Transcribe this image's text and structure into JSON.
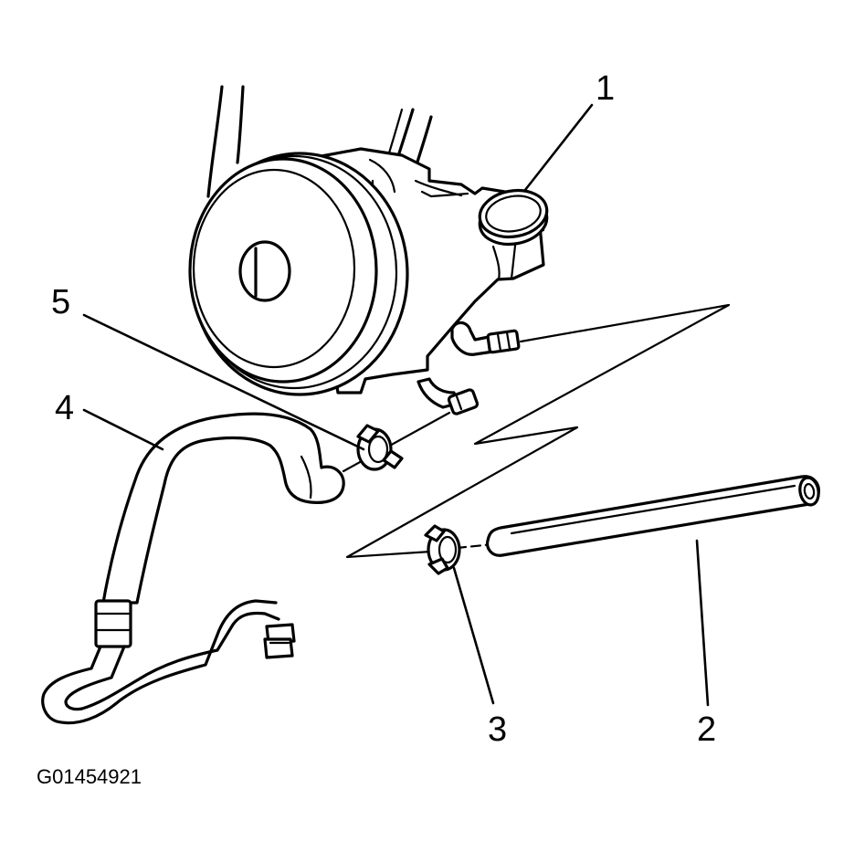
{
  "callouts": [
    {
      "id": "1",
      "label": "1"
    },
    {
      "id": "2",
      "label": "2"
    },
    {
      "id": "3",
      "label": "3"
    },
    {
      "id": "4",
      "label": "4"
    },
    {
      "id": "5",
      "label": "5"
    }
  ],
  "figure_id": "G01454921",
  "colors": {
    "ink": "#000000",
    "paper": "#ffffff"
  }
}
